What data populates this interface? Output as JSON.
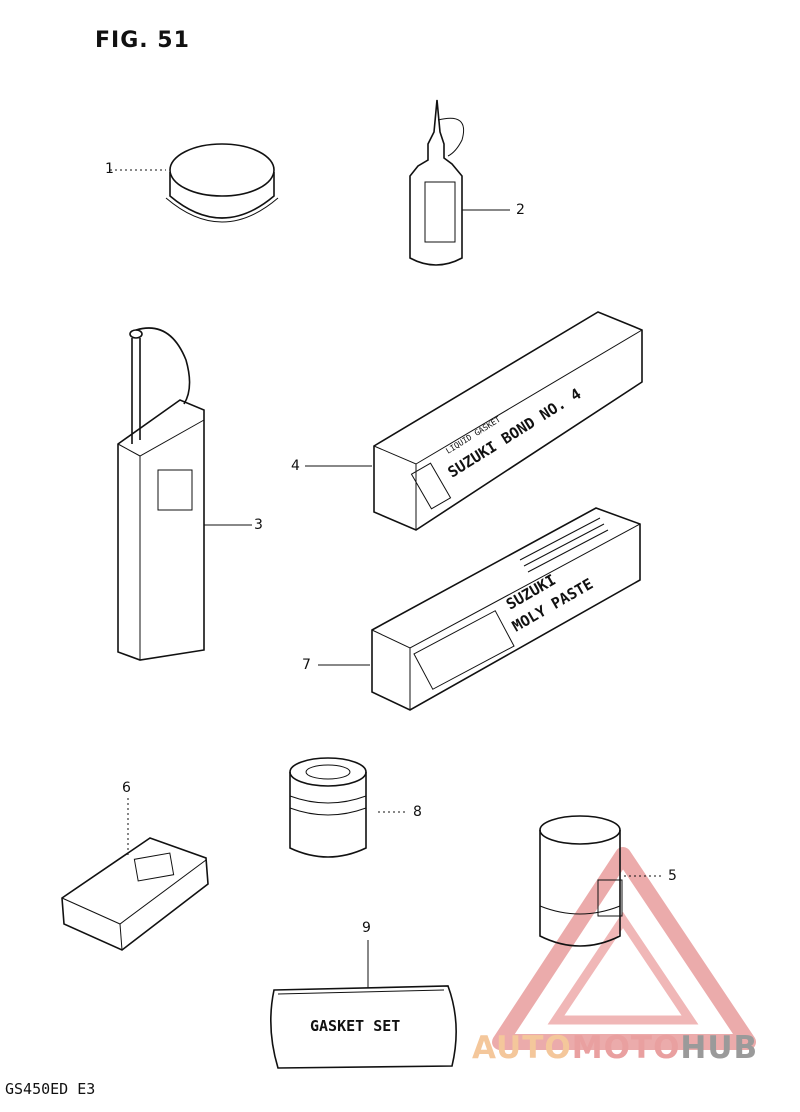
{
  "figure": {
    "title": "FIG. 51",
    "model_code": "GS450ED  E3"
  },
  "callouts": [
    {
      "number": "1"
    },
    {
      "number": "2"
    },
    {
      "number": "3"
    },
    {
      "number": "4"
    },
    {
      "number": "5"
    },
    {
      "number": "6"
    },
    {
      "number": "7"
    },
    {
      "number": "8"
    },
    {
      "number": "9"
    }
  ],
  "labels": {
    "bond_line1": "LIQUID GASKET",
    "bond_line2": "SUZUKI BOND NO. 4",
    "moly_line1": "SUZUKI",
    "moly_line2": "MOLY PASTE",
    "gasket_set": "GASKET SET"
  },
  "watermark": {
    "part_a": "AUTO",
    "part_b": "MOTO",
    "part_c": "HUB"
  },
  "colors": {
    "ink": "#111111",
    "watermark_red": "#e9a0a0",
    "watermark_orange": "#f4c79b",
    "watermark_gray": "#9a9a9a"
  }
}
